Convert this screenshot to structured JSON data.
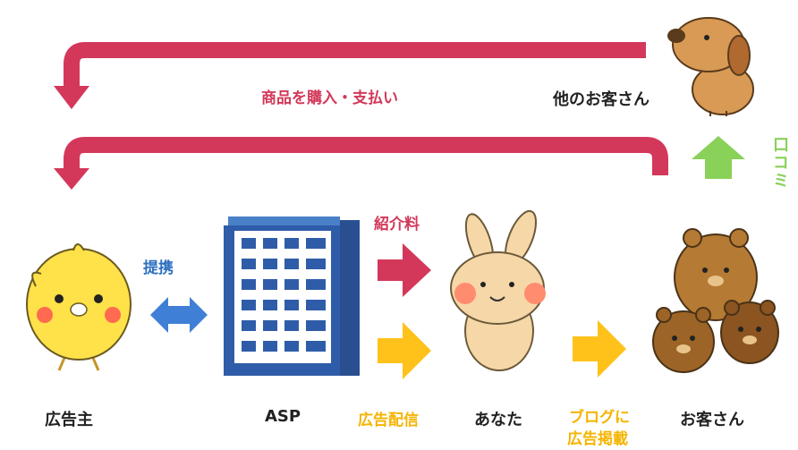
{
  "labels": {
    "advertiser": "広告主",
    "asp": "ASP",
    "you": "あなた",
    "customers": "お客さん",
    "other_customers": "他のお客さん",
    "purchase": "商品を購入・支払い",
    "partnership": "提携",
    "referral_fee": "紹介料",
    "ad_delivery": "広告配信",
    "blog_ad_line1": "ブログに",
    "blog_ad_line2": "広告掲載",
    "word_of_mouth": "口コミ"
  },
  "colors": {
    "red": "#d3385a",
    "blue": "#3f7fd6",
    "yellow": "#ffc21a",
    "green": "#8ad15a",
    "building": "#2f5ca8"
  },
  "icons": [
    "chick-icon",
    "building-icon",
    "rabbit-icon",
    "bears-icon",
    "dog-icon"
  ]
}
